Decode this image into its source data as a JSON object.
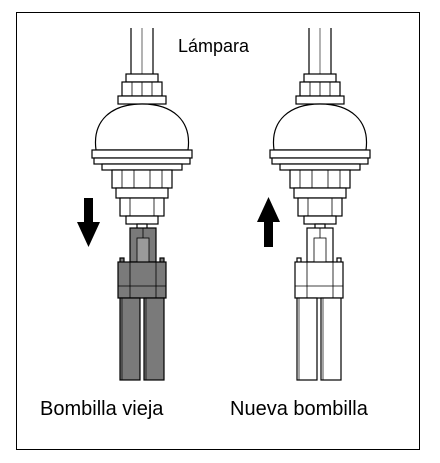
{
  "diagram": {
    "title": "Lámpara",
    "captions": {
      "old_bulb": "Bombilla vieja",
      "new_bulb": "Nueva bombilla"
    },
    "colors": {
      "line": "#000000",
      "old_bulb_fill": "#7a7a7a",
      "old_bulb_fill_light": "#9a9a9a",
      "new_bulb_fill": "#ffffff",
      "lamp_fill": "#ffffff"
    },
    "arrows": {
      "left": "down-arrow",
      "right": "up-arrow"
    }
  }
}
